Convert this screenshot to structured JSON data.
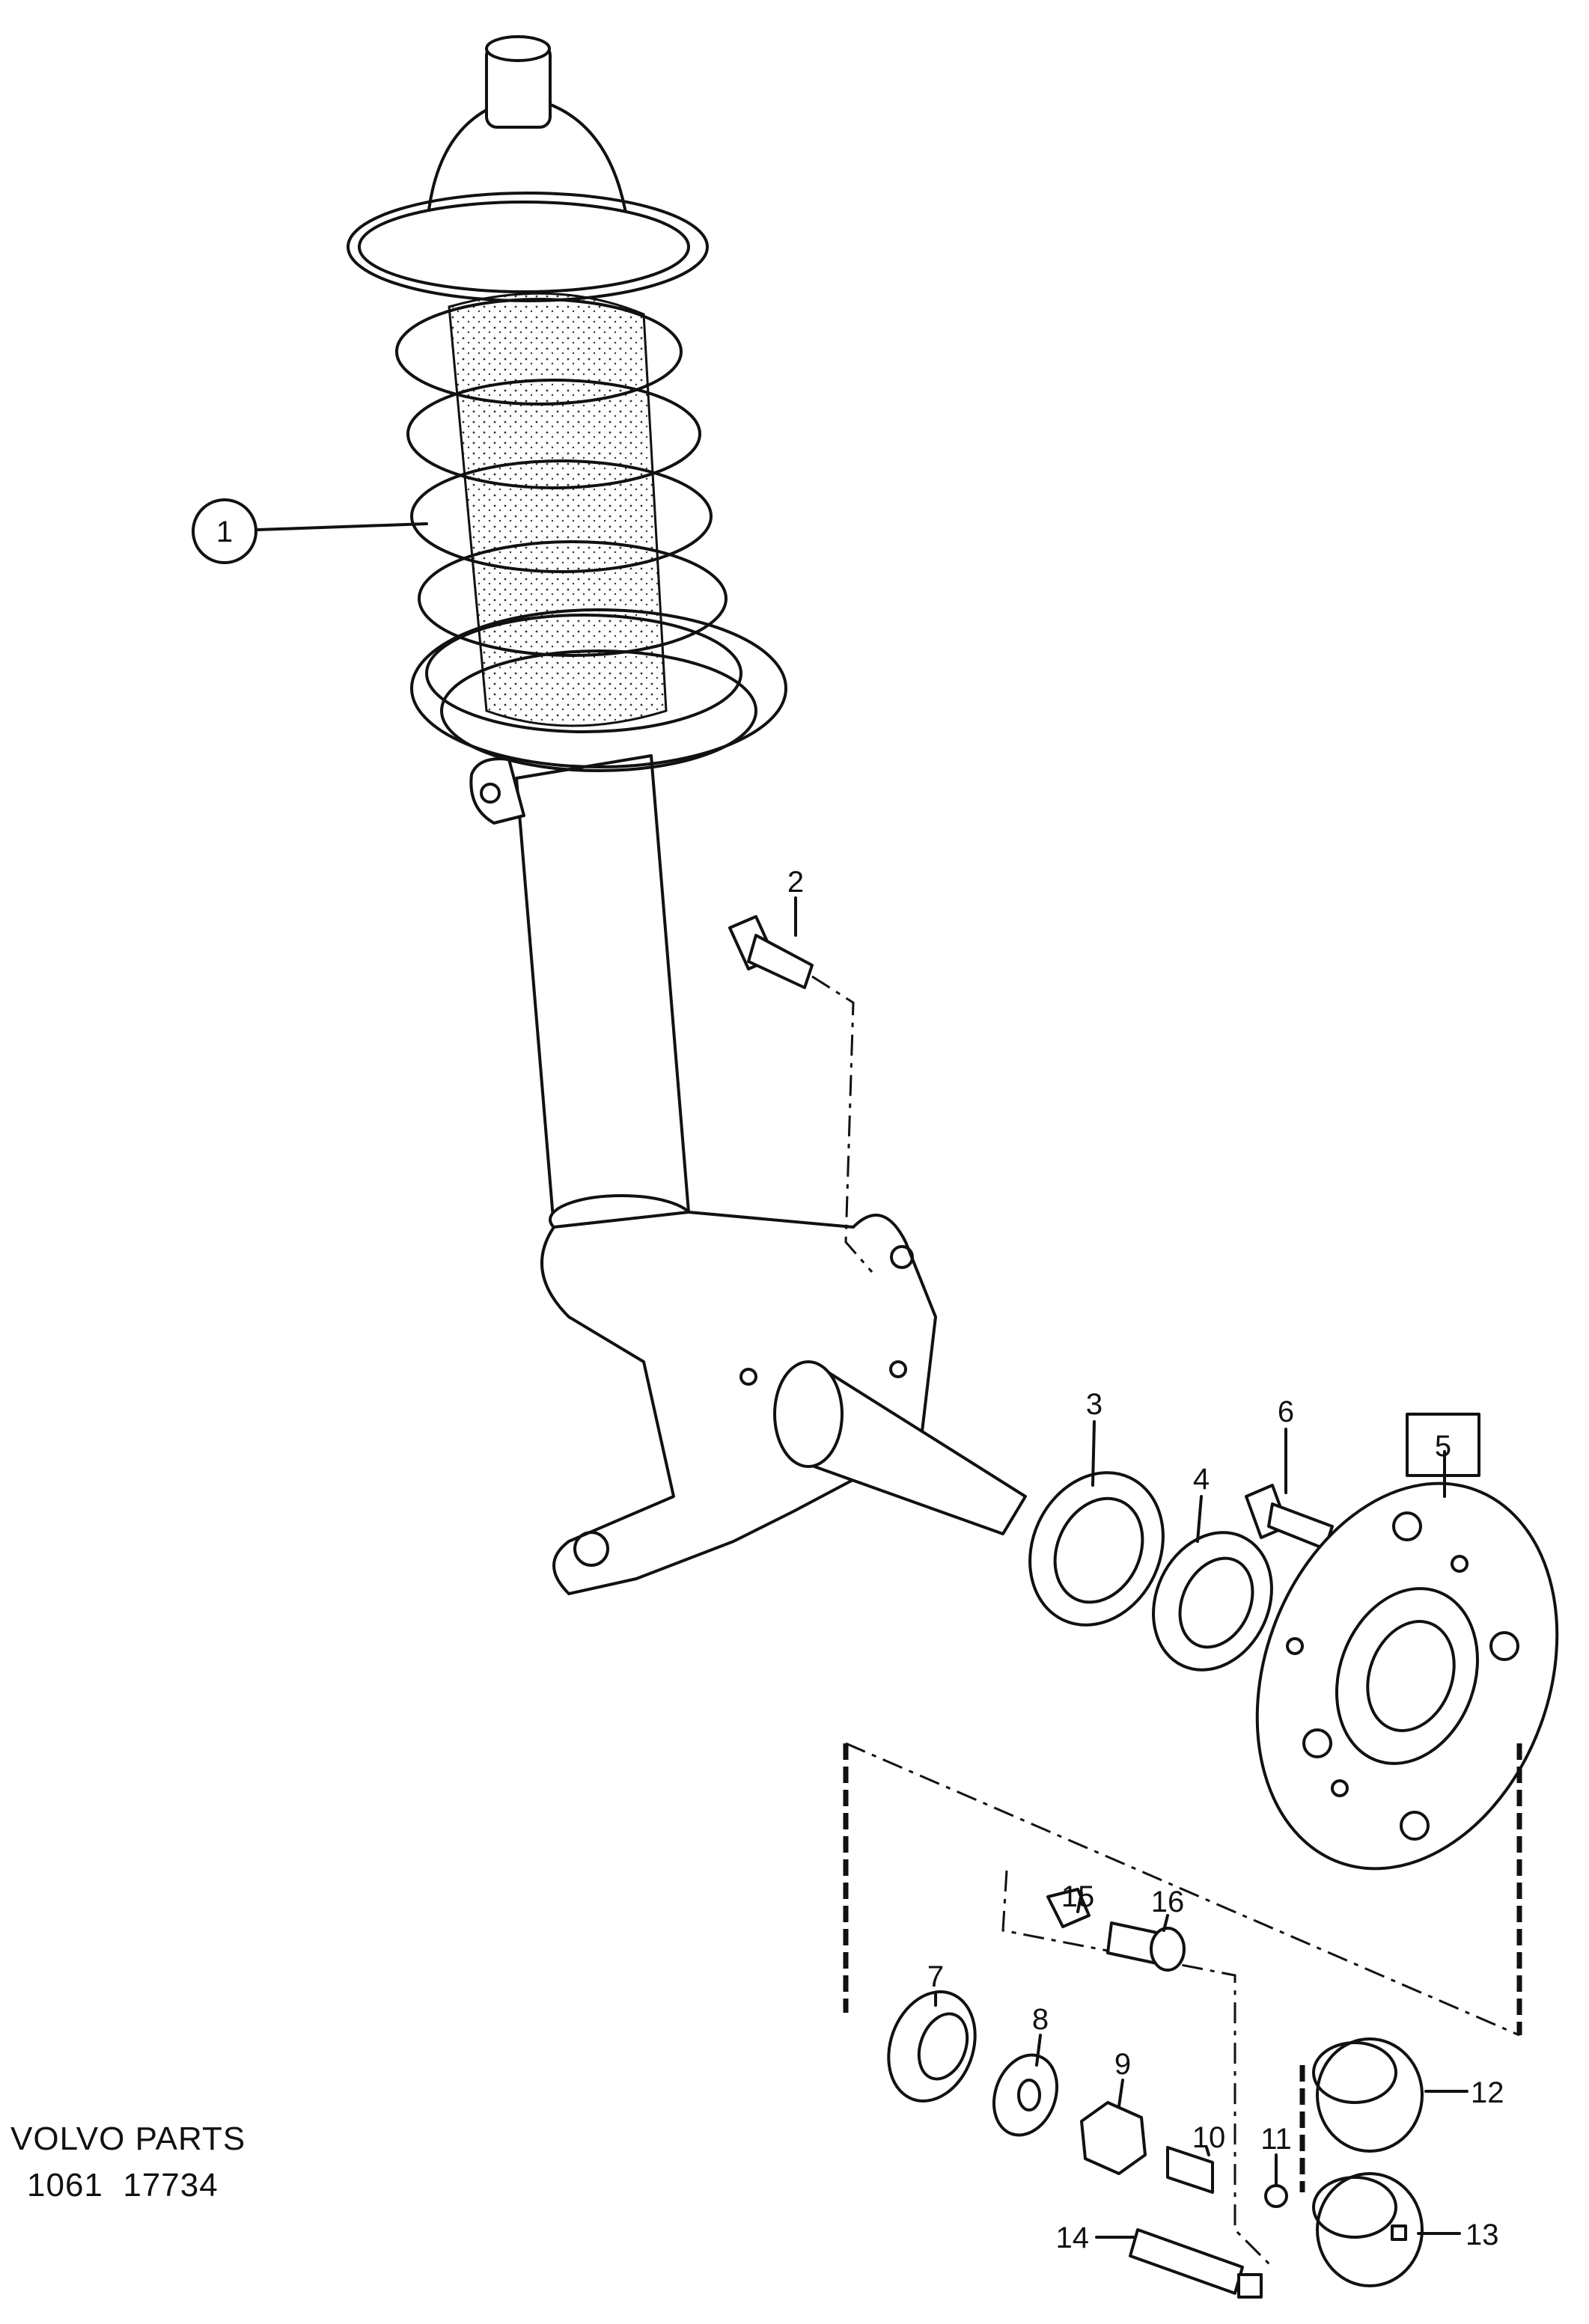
{
  "title": "",
  "caption": {
    "line1": "VOLVO PARTS",
    "line2": "1061  17734"
  },
  "callouts": [
    {
      "id": "1",
      "text": "1",
      "style": "circle"
    },
    {
      "id": "2",
      "text": "2",
      "style": "plain"
    },
    {
      "id": "3",
      "text": "3",
      "style": "plain"
    },
    {
      "id": "4",
      "text": "4",
      "style": "plain"
    },
    {
      "id": "5",
      "text": "5",
      "style": "box"
    },
    {
      "id": "6",
      "text": "6",
      "style": "plain"
    },
    {
      "id": "7",
      "text": "7",
      "style": "plain"
    },
    {
      "id": "8",
      "text": "8",
      "style": "plain"
    },
    {
      "id": "9",
      "text": "9",
      "style": "plain"
    },
    {
      "id": "10",
      "text": "10",
      "style": "plain"
    },
    {
      "id": "11",
      "text": "11",
      "style": "plain"
    },
    {
      "id": "12",
      "text": "12",
      "style": "plain"
    },
    {
      "id": "13",
      "text": "13",
      "style": "plain"
    },
    {
      "id": "14",
      "text": "14",
      "style": "plain"
    },
    {
      "id": "15",
      "text": "15",
      "style": "plain"
    },
    {
      "id": "16",
      "text": "16",
      "style": "plain"
    }
  ]
}
